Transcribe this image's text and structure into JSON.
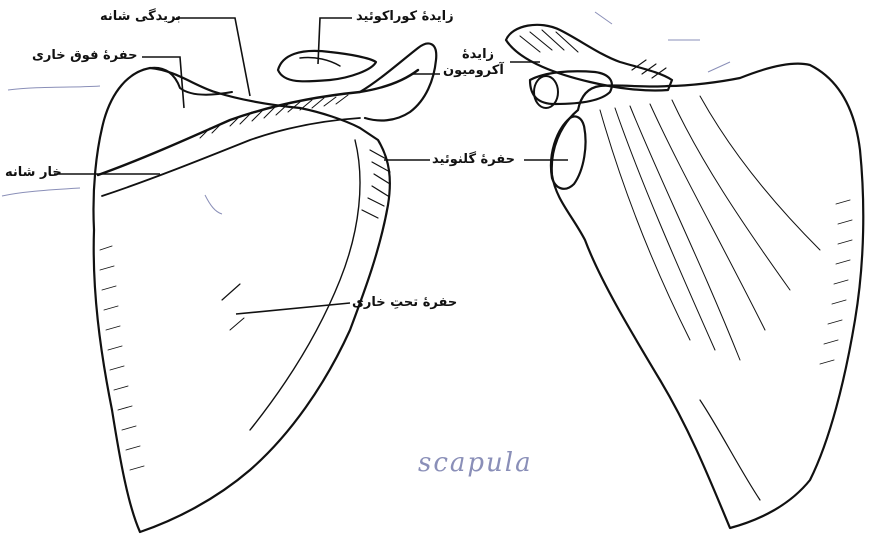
{
  "labels": {
    "scapular_notch": "بریدگی شانه",
    "supraspinous_fossa": "حفرۀ فوق خاری",
    "spine_of_scapula": "خار شانه",
    "coracoid_process": "زایدۀ کوراکوئید",
    "acromion_line1": "زایدۀ",
    "acromion_line2": "آکرومیون",
    "glenoid_fossa": "حفرۀ گلنوئید",
    "infraspinous_fossa": "حفرۀ تحتِ خاری"
  },
  "handwriting": {
    "caption": "scapula"
  },
  "colors": {
    "ink": "#111111",
    "pencil": "#8a8fb8"
  }
}
